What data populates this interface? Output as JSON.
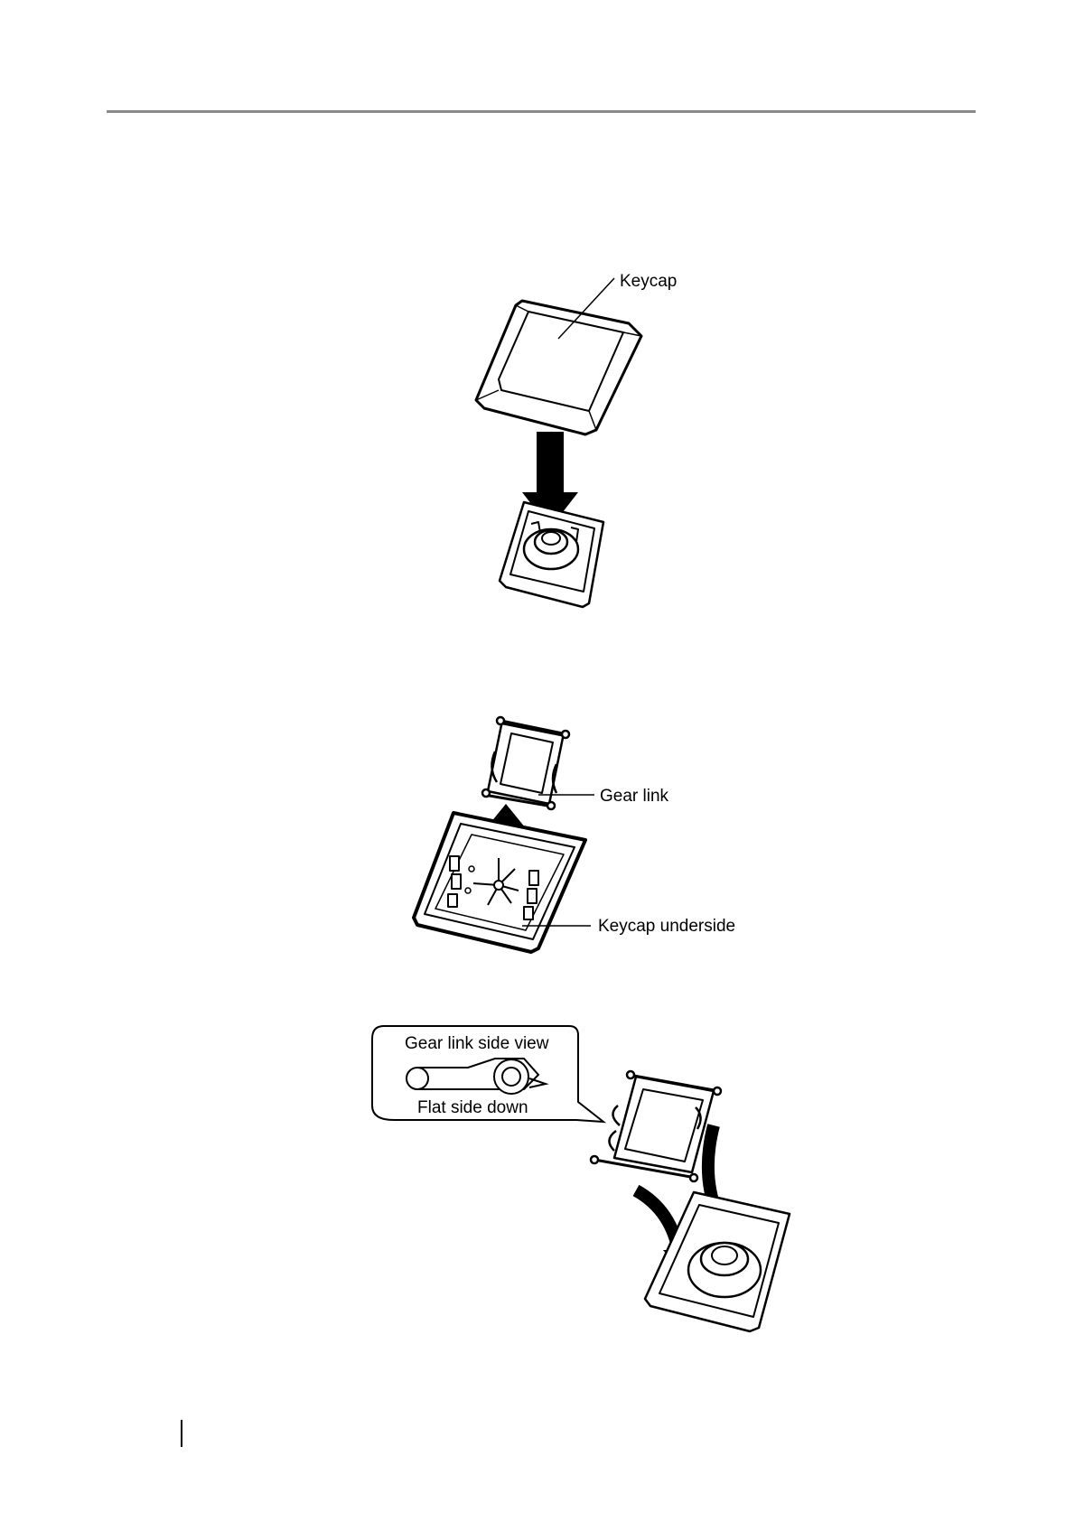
{
  "figure1": {
    "keycap_label": "Keycap"
  },
  "figure2": {
    "gear_link_label": "Gear link",
    "keycap_underside_label": "Keycap underside"
  },
  "figure3": {
    "callout_title": "Gear link side view",
    "callout_note": "Flat side down"
  },
  "colors": {
    "ink": "#000000",
    "paper": "#ffffff",
    "rule": "#8a8a8a",
    "shade": "#d9d9d9"
  }
}
